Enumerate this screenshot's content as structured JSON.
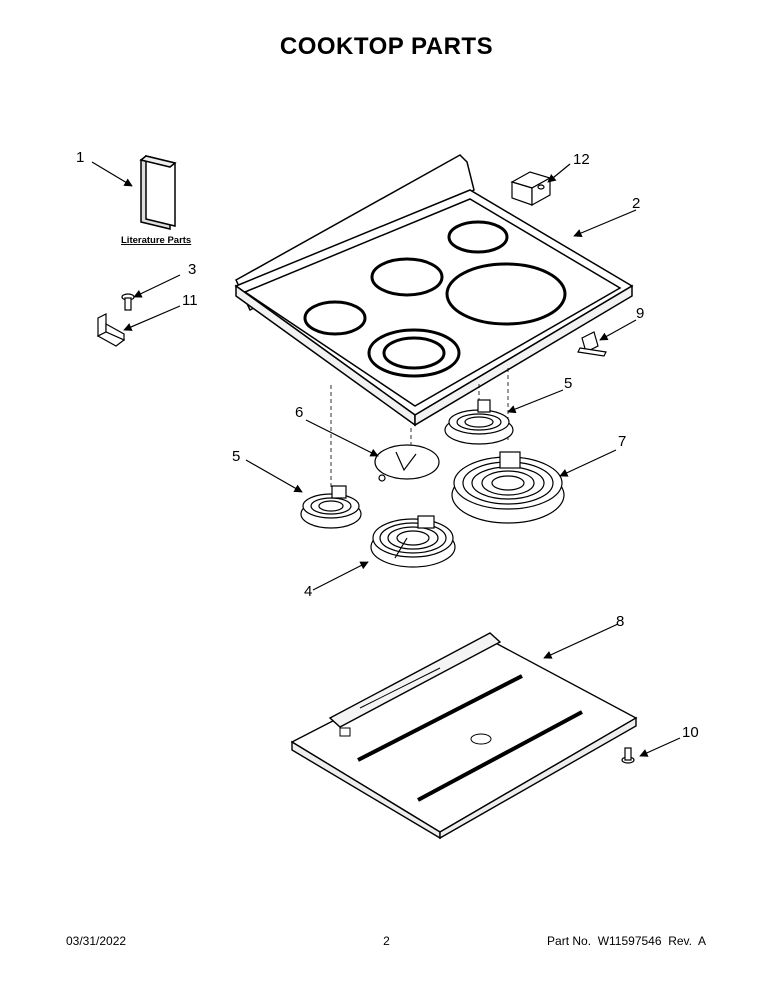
{
  "page_title": "COOKTOP PARTS",
  "literature_label": "Literature Parts",
  "callouts": {
    "c1": "1",
    "c2": "2",
    "c3": "3",
    "c4": "4",
    "c5a": "5",
    "c5b": "5",
    "c6": "6",
    "c7": "7",
    "c8": "8",
    "c9": "9",
    "c10": "10",
    "c11": "11",
    "c12": "12"
  },
  "footer": {
    "date": "03/31/2022",
    "page_number": "2",
    "part_number": "Part No.  W11597546  Rev.  A"
  }
}
